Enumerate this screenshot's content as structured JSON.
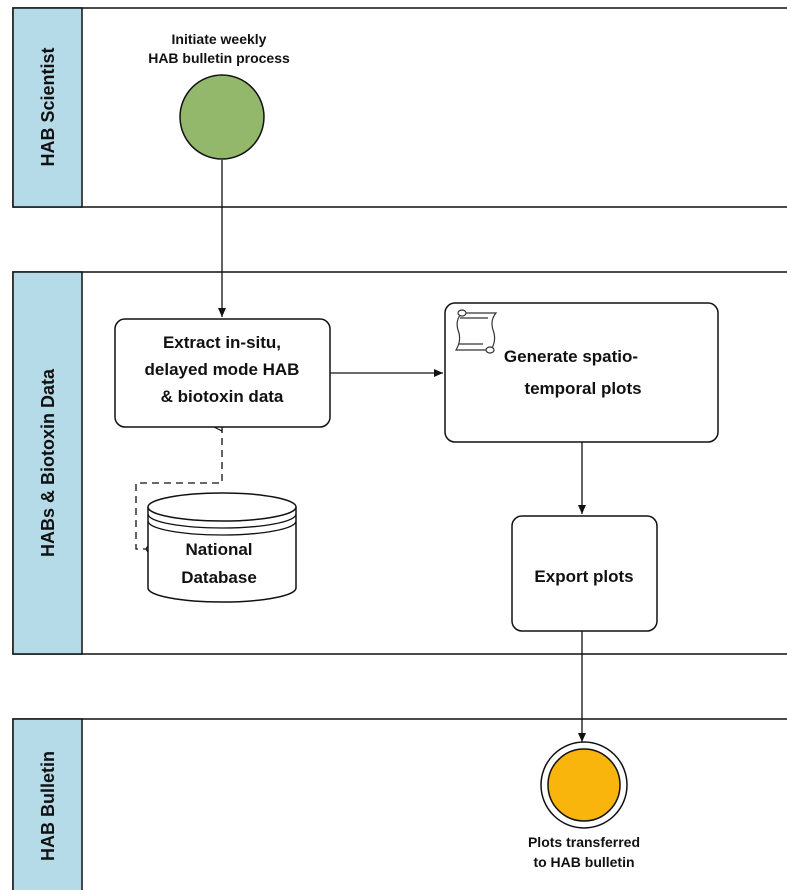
{
  "lanes": {
    "scientist": {
      "label": "HAB Scientist"
    },
    "data": {
      "label": "HABs & Biotoxin Data"
    },
    "bulletin": {
      "label": "HAB Bulletin"
    }
  },
  "events": {
    "start": {
      "line1": "Initiate weekly",
      "line2": "HAB bulletin process",
      "color": "#93b86b"
    },
    "end": {
      "line1": "Plots transferred",
      "line2": "to HAB bulletin",
      "color": "#f9b50b"
    }
  },
  "tasks": {
    "extract": {
      "line1": "Extract in-situ,",
      "line2": "delayed mode HAB",
      "line3": "& biotoxin data"
    },
    "generate": {
      "line1": "Generate spatio-",
      "line2": "temporal plots"
    },
    "export": {
      "line1": "Export plots"
    }
  },
  "datastore": {
    "line1": "National",
    "line2": "Database"
  },
  "colors": {
    "lane_header": "#b5dae8",
    "line": "#111111"
  }
}
